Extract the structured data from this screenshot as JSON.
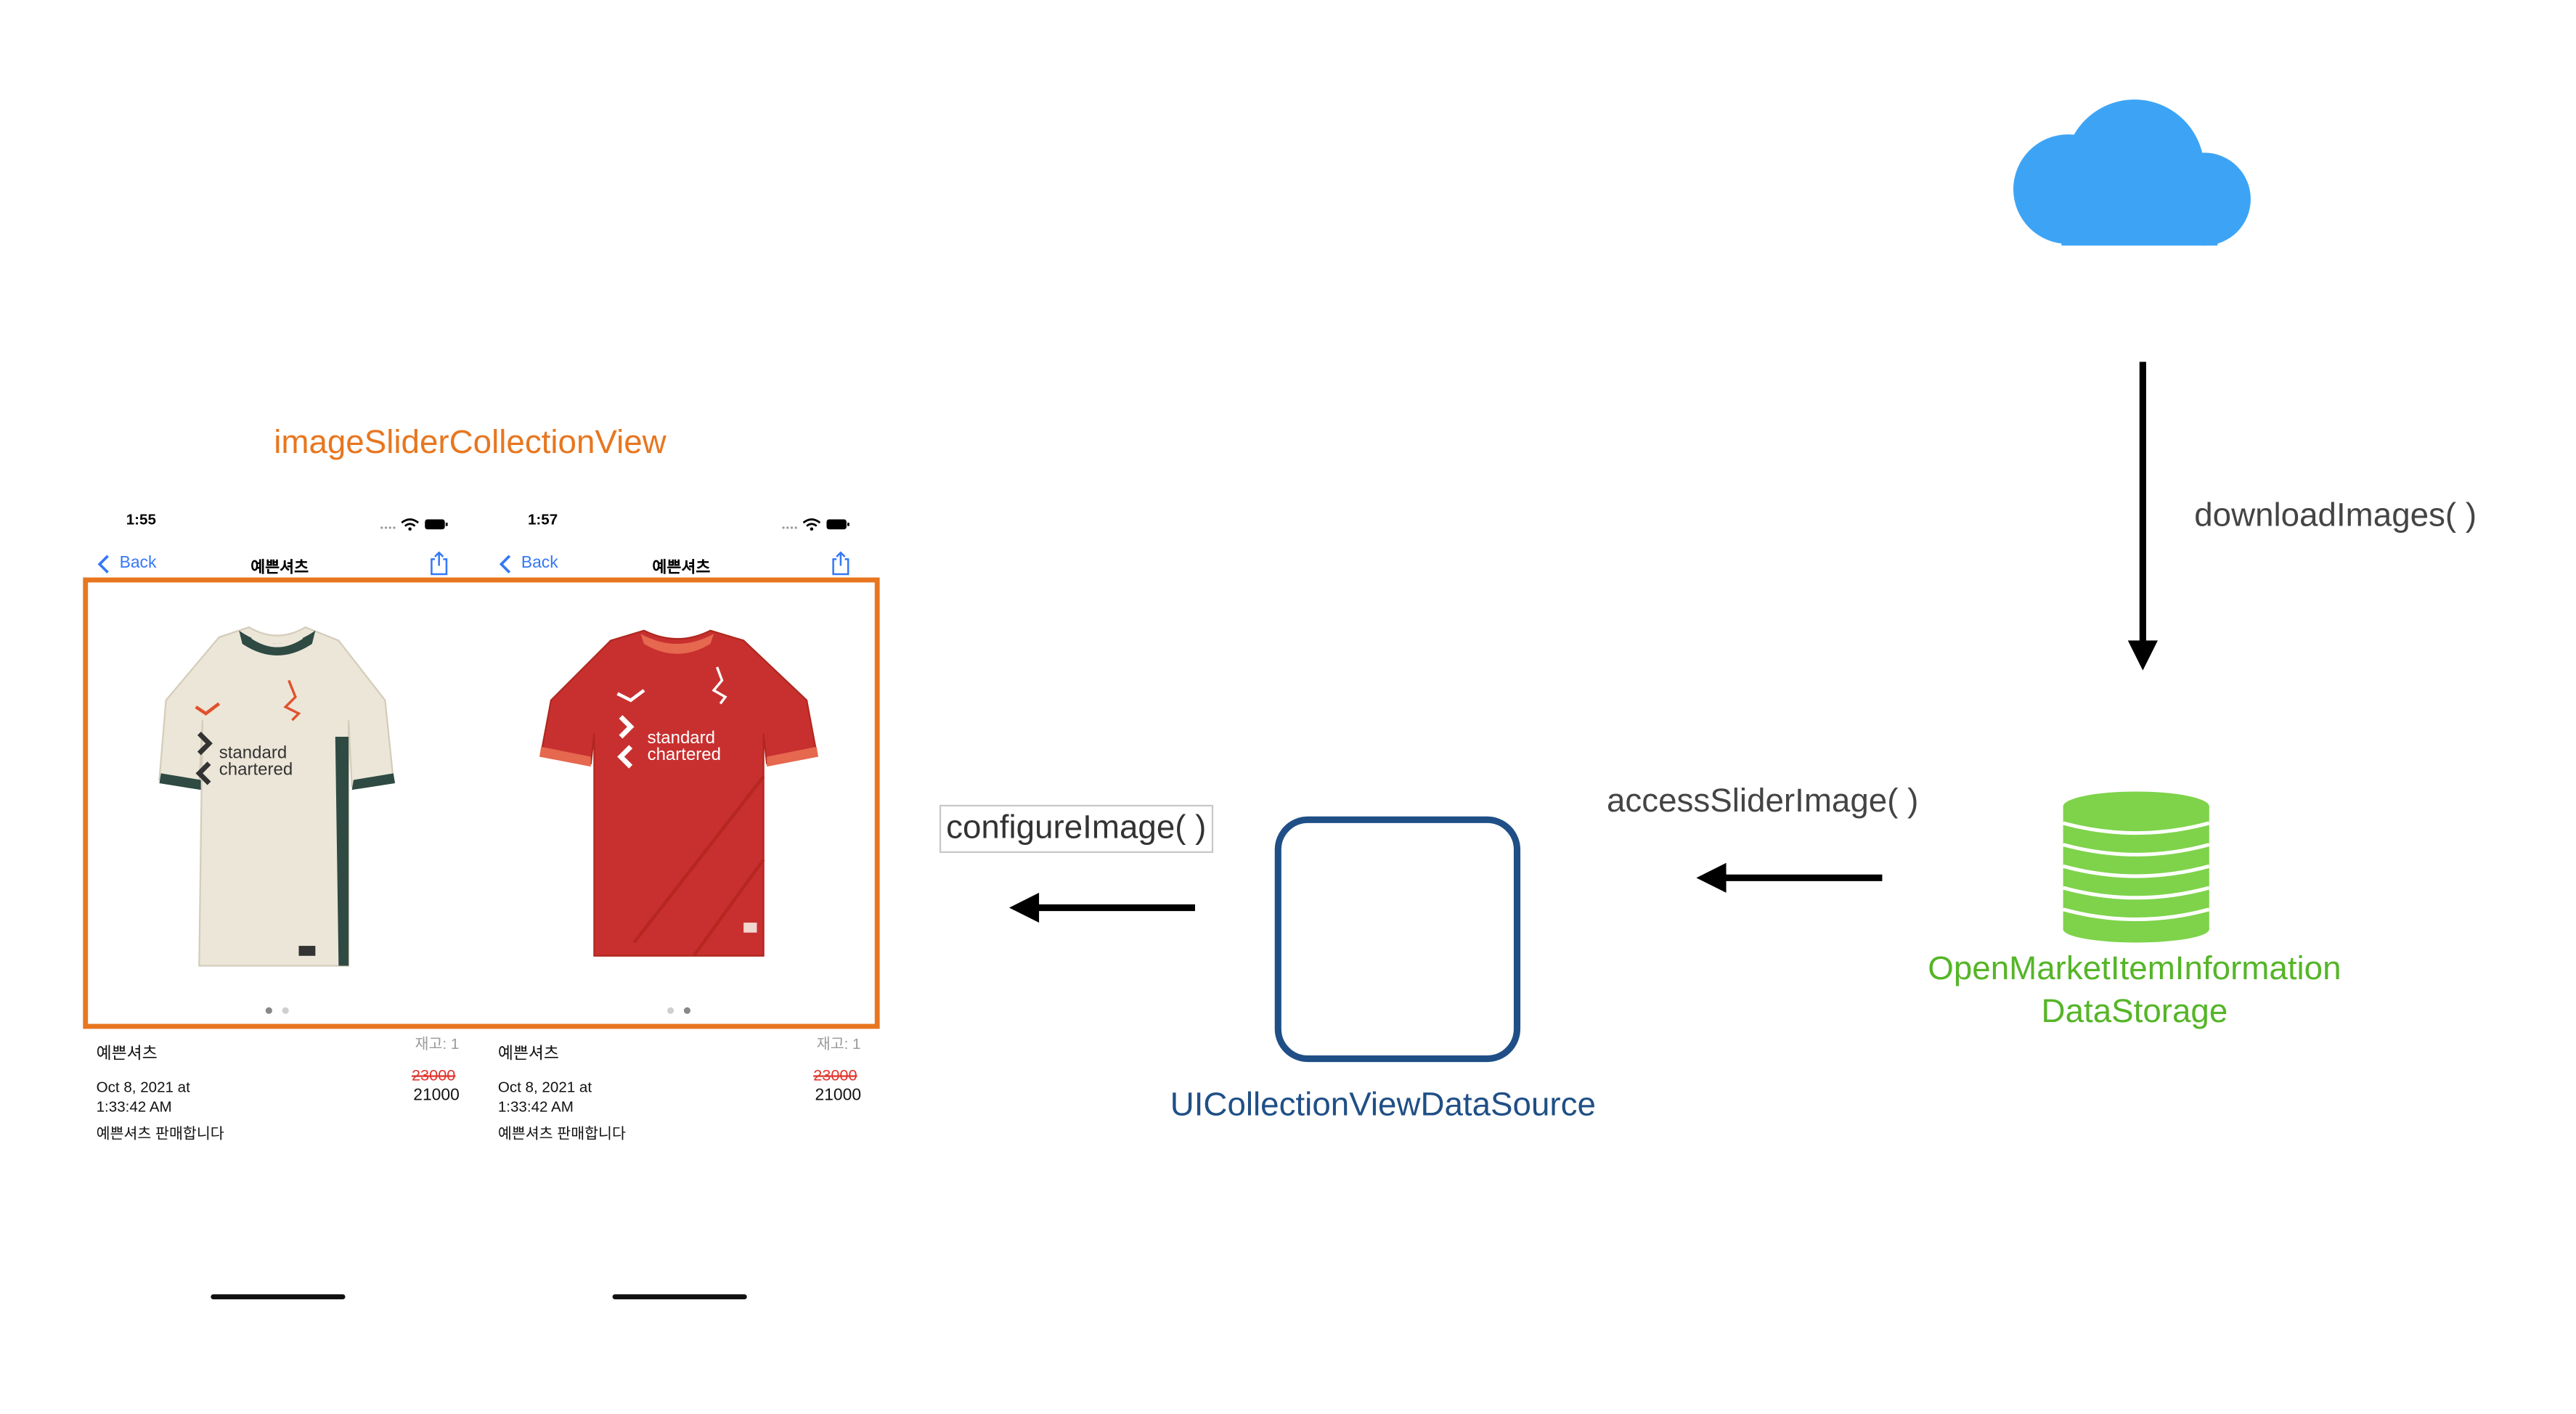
{
  "slider_title": "imageSliderCollectionView",
  "phones": [
    {
      "time": "1:55",
      "back_label": "Back",
      "nav_title": "예쁜셔츠",
      "product_name": "예쁜셔츠",
      "stock": "재고: 1",
      "original_price": "23000",
      "sale_price": "21000",
      "date_line1": "Oct 8, 2021 at",
      "date_line2": "1:33:42 AM",
      "description": "예쁜셔츠 판매합니다",
      "active_page": 0,
      "page_count": 2,
      "shirt_color": "#ece6d8",
      "shirt_trim": "#2e4a43"
    },
    {
      "time": "1:57",
      "back_label": "Back",
      "nav_title": "예쁜셔츠",
      "product_name": "예쁜셔츠",
      "stock": "재고: 1",
      "original_price": "23000",
      "sale_price": "21000",
      "date_line1": "Oct 8, 2021 at",
      "date_line2": "1:33:42 AM",
      "description": "예쁜셔츠 판매합니다",
      "active_page": 1,
      "page_count": 2,
      "shirt_color": "#c8302f",
      "shirt_trim": "#e5684f"
    }
  ],
  "sponsor_text_line1": "standard",
  "sponsor_text_line2": "chartered",
  "cloud_icon": "cloud-icon",
  "database_icon": "database-icon",
  "labels": {
    "download": "downloadImages( )",
    "access": "accessSliderImage( )",
    "configure": "configureImage( )",
    "datasource": "UICollectionViewDataSource",
    "storage_line1": "OpenMarketItemInformation",
    "storage_line2": "DataStorage"
  },
  "colors": {
    "slider_border": "#e8761f",
    "cloud": "#3da4f5",
    "database": "#7ed34a",
    "datasource": "#1f4f86",
    "storage_text": "#55b527"
  }
}
